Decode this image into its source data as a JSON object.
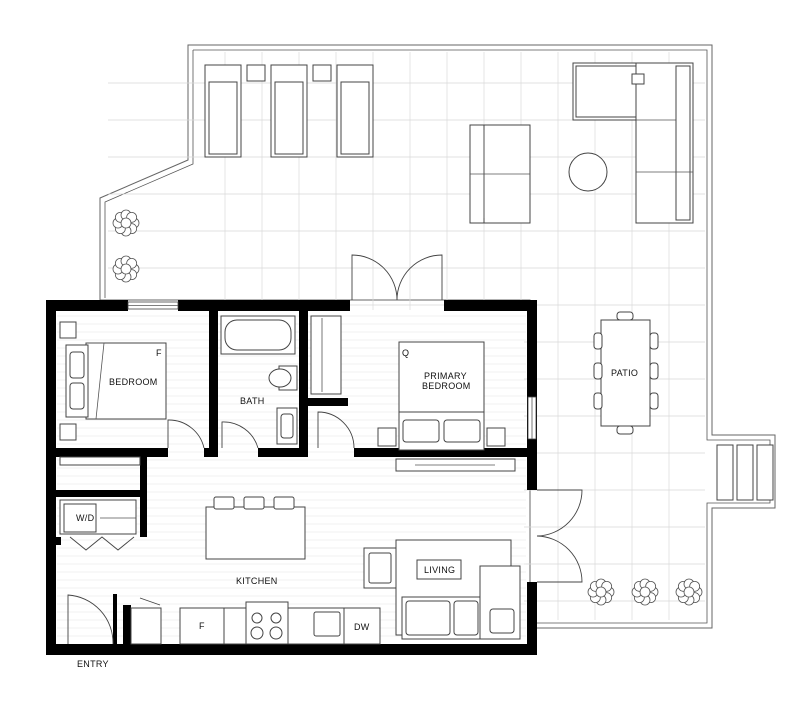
{
  "rooms": {
    "bedroom": "BEDROOM",
    "bath": "BATH",
    "primary_bedroom_line1": "PRIMARY",
    "primary_bedroom_line2": "BEDROOM",
    "patio": "PATIO",
    "kitchen": "KITCHEN",
    "living": "LIVING",
    "entry": "ENTRY"
  },
  "fixtures": {
    "washer_dryer": "W/D",
    "fridge": "F",
    "dishwasher": "DW",
    "bed_size_full": "F",
    "bed_size_queen": "Q"
  }
}
